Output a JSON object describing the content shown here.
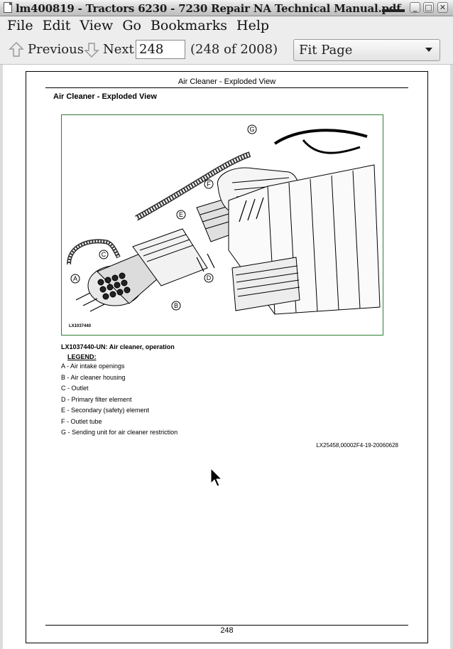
{
  "window": {
    "title": "lm400819 - Tractors 6230 - 7230 Repair NA Technical Manual.pdf",
    "buttons": {
      "minimize": "_",
      "maximize": "□",
      "close": "✕"
    }
  },
  "menu": [
    "File",
    "Edit",
    "View",
    "Go",
    "Bookmarks",
    "Help"
  ],
  "toolbar": {
    "previous_label": "Previous",
    "next_label": "Next",
    "page_value": "248",
    "page_count": "(248 of 2008)",
    "zoom_selected": "Fit Page"
  },
  "document": {
    "running_head": "Air Cleaner - Exploded View",
    "section_title": "Air Cleaner - Exploded View",
    "figure_id": "LX1037440",
    "figure_callouts": [
      "A",
      "B",
      "C",
      "D",
      "E",
      "F",
      "G"
    ],
    "caption": "LX1037440-UN: Air cleaner, operation",
    "legend_title": "LEGEND:",
    "legend": [
      "A - Air intake openings",
      "B - Air cleaner housing",
      "C - Outlet",
      "D - Primary filter element",
      "E - Secondary (safety) element",
      "F - Outlet tube",
      "G - Sending unit for air cleaner restriction"
    ],
    "doc_ref": "LX25458,00002F4-19-20060628",
    "page_number": "248"
  },
  "icons": {
    "previous": "arrow-up-icon",
    "next": "arrow-down-icon",
    "zoom_dropdown": "chevron-down-icon",
    "cursor": "mouse-pointer-icon"
  }
}
